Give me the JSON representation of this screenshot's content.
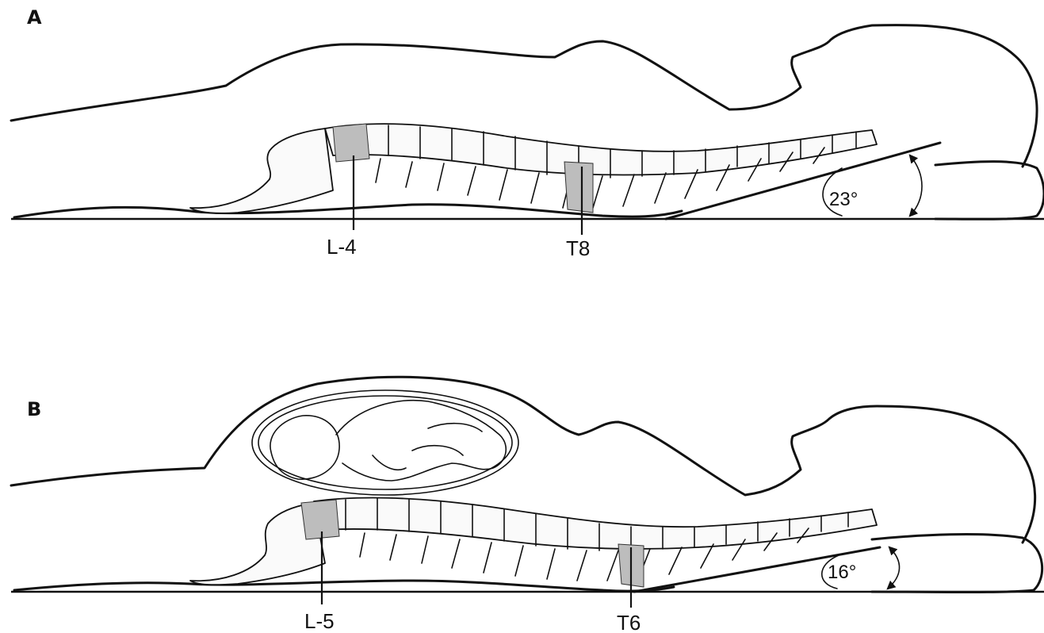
{
  "panels": [
    {
      "letter": "A",
      "vertebra_labels": [
        "L-4",
        "T8"
      ],
      "angle_label": "23°",
      "fetus_visible": false
    },
    {
      "letter": "B",
      "vertebra_labels": [
        "L-5",
        "T6"
      ],
      "angle_label": "16°",
      "fetus_visible": true
    }
  ],
  "colors": {
    "line": "#111111",
    "shading": "#bdbdbd",
    "background": "#ffffff"
  }
}
